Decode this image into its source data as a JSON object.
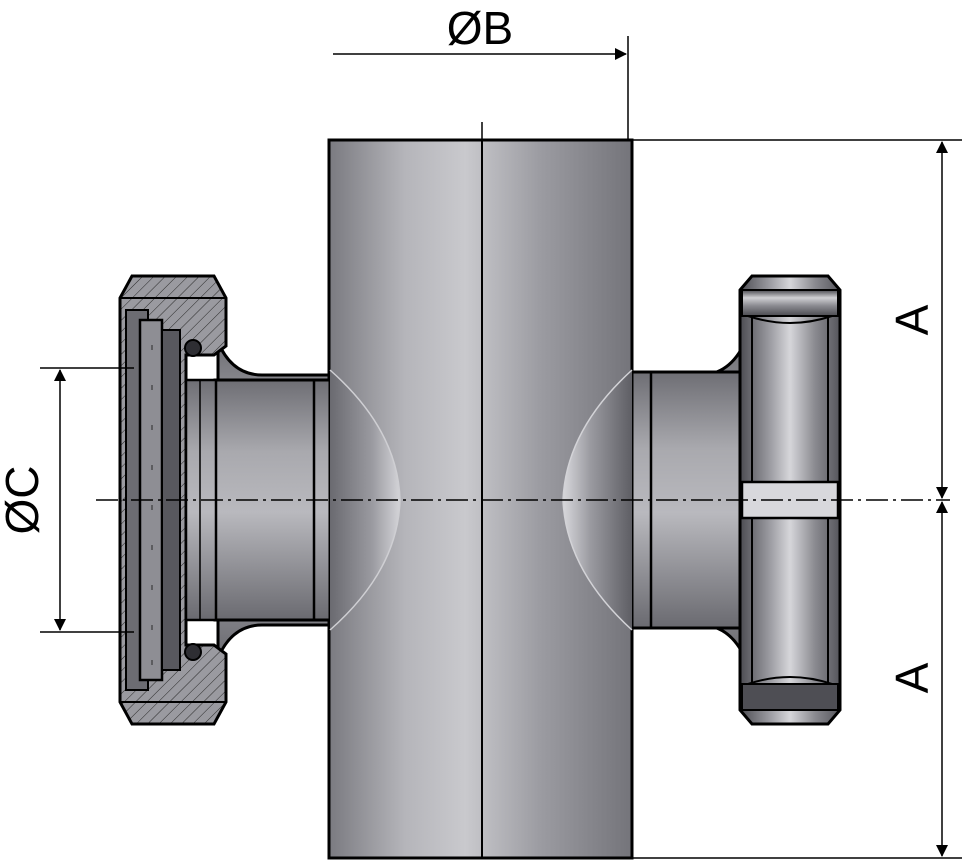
{
  "diagram": {
    "dimensions": {
      "diameter_b": "ØB",
      "diameter_c": "ØC",
      "length_a_top": "A",
      "length_a_bottom": "A"
    },
    "colors": {
      "line": "#000000",
      "body_light": "#c4c4c8",
      "body_dark": "#76767c",
      "flange_dark": "#55555a",
      "glass": "#8e8e94"
    }
  }
}
